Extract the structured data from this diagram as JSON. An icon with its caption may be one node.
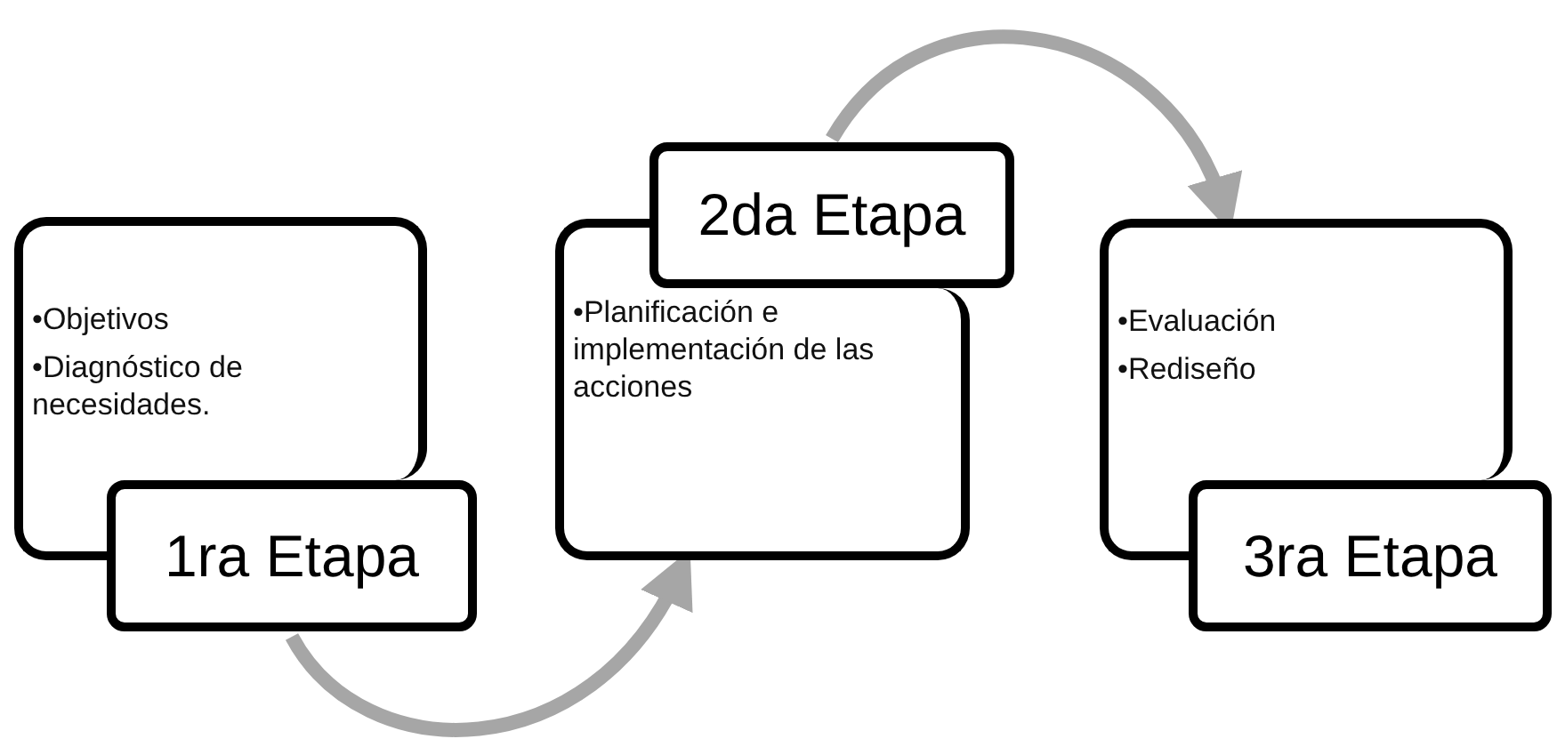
{
  "diagram": {
    "nodes": [
      {
        "text": [
          "•Objetivos",
          "•Diagnóstico de necesidades."
        ]
      },
      {
        "text": [
          "1ra Etapa"
        ]
      },
      {
        "text": [
          "•Planificación e implementación de las acciones"
        ]
      },
      {
        "text": [
          "2da Etapa"
        ]
      },
      {
        "text": [
          "•Evaluación",
          "•Rediseño"
        ]
      },
      {
        "text": [
          "3ra Etapa"
        ]
      }
    ],
    "edges": [
      {
        "from": 1,
        "to": 2,
        "arrow": "to"
      },
      {
        "from": 3,
        "to": 4,
        "arrow": "to"
      }
    ]
  }
}
